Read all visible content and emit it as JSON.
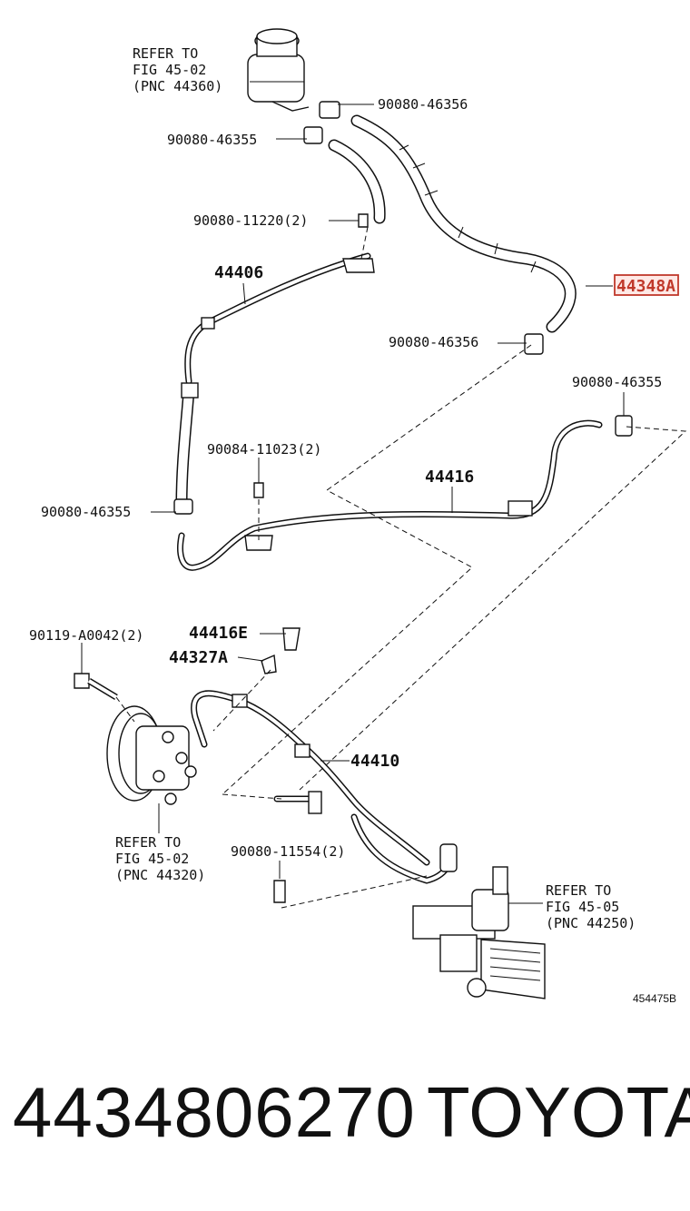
{
  "diagram": {
    "refs": {
      "reservoir": [
        "REFER TO",
        "FIG 45-02",
        "(PNC 44360)"
      ],
      "pump": [
        "REFER TO",
        "FIG 45-02",
        "(PNC 44320)"
      ],
      "gear": [
        "REFER TO",
        "FIG 45-05",
        "(PNC 44250)"
      ]
    },
    "labels": {
      "clip_top_right": "90080-46356",
      "clip_top_left": "90080-46355",
      "bolt_upper": "90080-11220(2)",
      "pnc_44406": "44406",
      "pnc_44348a": "44348A",
      "clip_mid": "90080-46356",
      "clip_right": "90080-46355",
      "bolt_mid": "90084-11023(2)",
      "pnc_44416": "44416",
      "clip_left": "90080-46355",
      "bolt_pump": "90119-A0042(2)",
      "pnc_44416e": "44416E",
      "pnc_44327a": "44327A",
      "pnc_44410": "44410",
      "bolt_lower": "90080-11554(2)"
    },
    "figure_number": "454475B"
  },
  "footer": {
    "part_number": "4434806270",
    "brand": "TOYOTA"
  },
  "colors": {
    "line": "#111111",
    "highlight": "#c0392b"
  }
}
